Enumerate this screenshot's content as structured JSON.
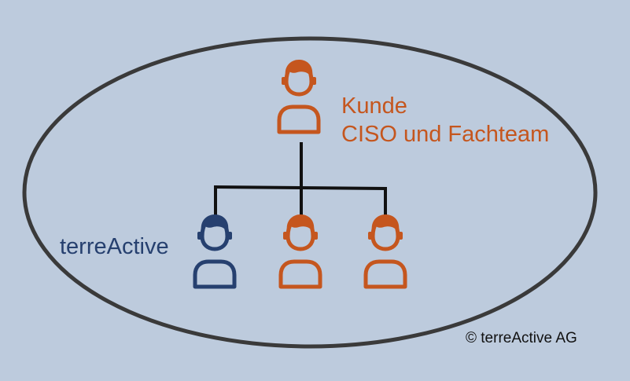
{
  "colors": {
    "background": "#bdcbdd",
    "ellipse_stroke": "#3a3a3a",
    "connector": "#111111",
    "client": "#c5561e",
    "provider": "#26406f"
  },
  "client": {
    "title": "Kunde",
    "subtitle": "CISO und Fachteam"
  },
  "provider": {
    "label": "terreActive"
  },
  "copyright": "© terreActive AG",
  "people": [
    {
      "role": "client-lead",
      "color_key": "client",
      "icon": "person-icon"
    },
    {
      "role": "provider-member",
      "color_key": "provider",
      "icon": "person-icon"
    },
    {
      "role": "client-member",
      "color_key": "client",
      "icon": "person-icon"
    },
    {
      "role": "client-member",
      "color_key": "client",
      "icon": "person-icon"
    }
  ]
}
